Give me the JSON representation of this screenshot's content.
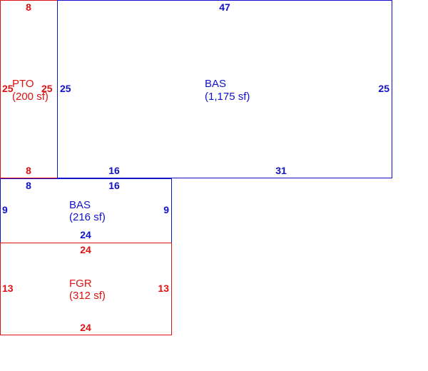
{
  "colors": {
    "red": "#dd1111",
    "blue": "#1111cc"
  },
  "areas": {
    "pto": {
      "code": "PTO",
      "area": "(200 sf)",
      "top": "8",
      "bottom": "8",
      "left": "25",
      "right": "25"
    },
    "bas1": {
      "code": "BAS",
      "area": "(1,175 sf)",
      "top": "47",
      "left": "25",
      "right": "25",
      "bottom_a": "16",
      "bottom_b": "31"
    },
    "bas2": {
      "code": "BAS",
      "area": "(216 sf)",
      "top_a": "8",
      "top_b": "16",
      "left": "9",
      "right": "9",
      "bottom": "24"
    },
    "fgr": {
      "code": "FGR",
      "area": "(312 sf)",
      "top": "24",
      "bottom": "24",
      "left": "13",
      "right": "13"
    }
  }
}
